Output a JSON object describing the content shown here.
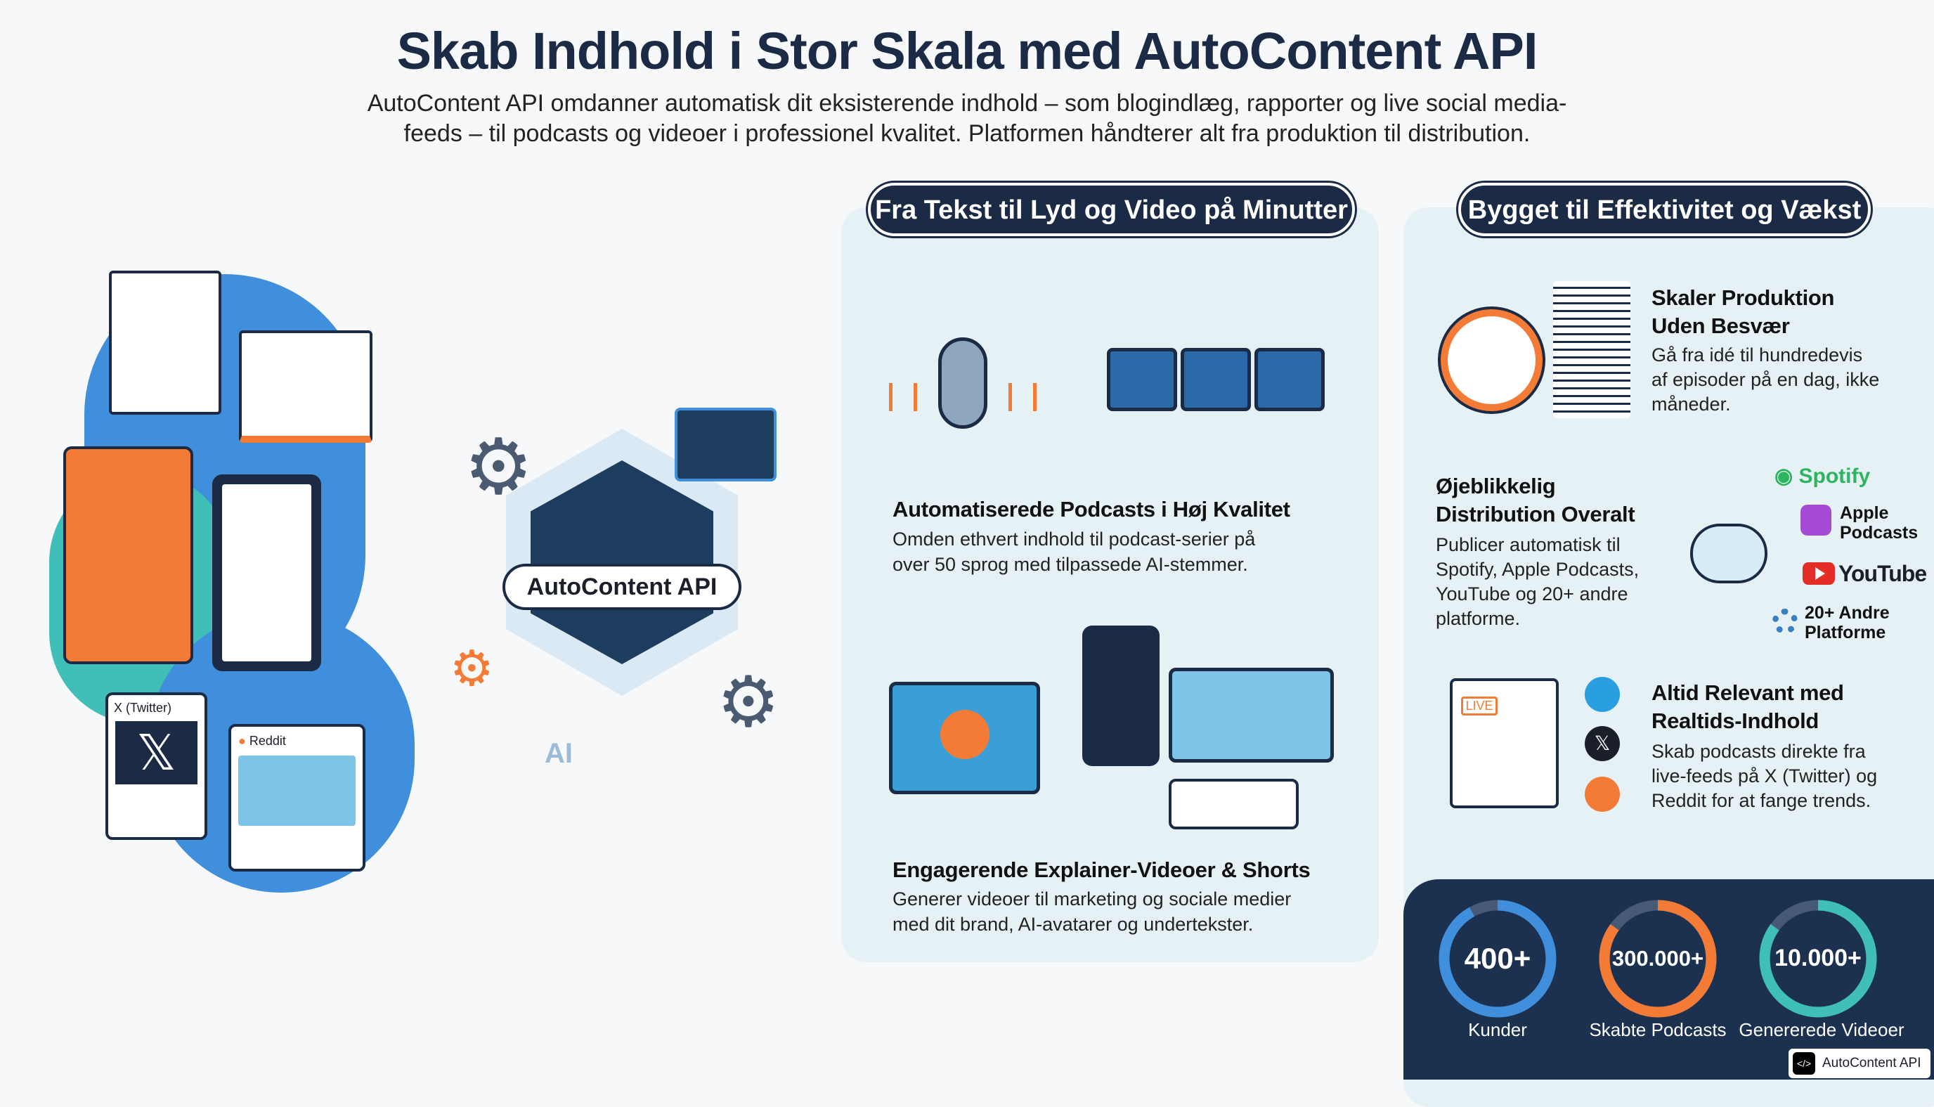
{
  "header": {
    "title": "Skab Indhold i Stor Skala med AutoContent API",
    "subtitle_line1": "AutoContent API omdanner automatisk dit eksisterende indhold – som blogindlæg, rapporter og live social media-",
    "subtitle_line2": "feeds – til podcasts og videoer i professionel kvalitet. Platformen håndterer alt fra produktion til distribution."
  },
  "illustration": {
    "twitter_label": "X (Twitter)",
    "reddit_label": "Reddit",
    "hub_label": "AutoContent API",
    "ai_label": "AI",
    "colors": {
      "blue": "#3f8fdc",
      "orange": "#f47b35",
      "teal": "#3fbfb8",
      "navy": "#1c2b45"
    }
  },
  "middle": {
    "header": "Fra Tekst til Lyd og Video på Minutter",
    "cards": [
      {
        "title": "Automatiserede Podcasts i Høj Kvalitet",
        "body1": "Omden ethvert indhold til podcast-serier på",
        "body2": "over 50 sprog med tilpassede AI-stemmer."
      },
      {
        "title": "Engagerende Explainer-Videoer & Shorts",
        "body1": "Generer videoer til marketing og sociale medier",
        "body2": "med dit brand, AI-avatarer og undertekster."
      }
    ]
  },
  "right": {
    "header": "Bygget til Effektivitet og Vækst",
    "items": [
      {
        "title1": "Skaler Produktion",
        "title2": "Uden Besvær",
        "body1": "Gå fra idé til hundredevis",
        "body2": "af episoder på en dag, ikke",
        "body3": "måneder."
      },
      {
        "title1": "Øjeblikkelig",
        "title2": "Distribution Overalt",
        "body1": "Publicer automatisk til",
        "body2": "Spotify, Apple Podcasts,",
        "body3": "YouTube og 20+ andre",
        "body4": "platforme."
      },
      {
        "title1": "Altid Relevant med",
        "title2": "Realtids-Indhold",
        "body1": "Skab podcasts direkte fra",
        "body2": "live-feeds på X (Twitter) og",
        "body3": "Reddit for at fange trends."
      }
    ],
    "platforms": {
      "spotify": "Spotify",
      "apple1": "Apple",
      "apple2": "Podcasts",
      "youtube": "YouTube",
      "other1": "20+ Andre",
      "other2": "Platforme"
    },
    "live_badge": "LIVE"
  },
  "stats": [
    {
      "value": "400+",
      "label": "Kunder",
      "fill": 0.92,
      "color": "#3f8fdc"
    },
    {
      "value": "300.000+",
      "label": "Skabte Podcasts",
      "fill": 0.85,
      "color": "#f47b35"
    },
    {
      "value": "10.000+",
      "label": "Genererede Videoer",
      "fill": 0.85,
      "color": "#3fbfb8"
    }
  ],
  "watermark": {
    "label": "AutoContent API"
  }
}
